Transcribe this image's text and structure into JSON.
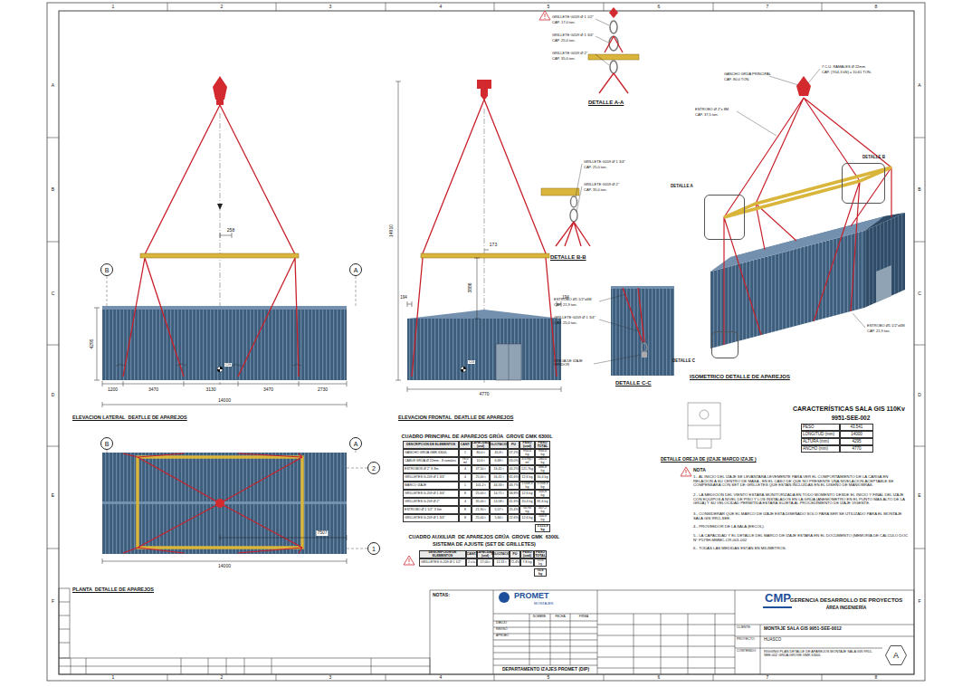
{
  "diagram": {
    "nodes": [
      {
        "text": [
          "B"
        ]
      },
      {
        "text": [
          "A"
        ]
      },
      {
        "text": [
          "B"
        ]
      },
      {
        "text": [
          "A"
        ]
      },
      {
        "text": [
          "2"
        ]
      },
      {
        "text": [
          "1"
        ]
      },
      {
        "text": [
          "DETALLE A"
        ]
      },
      {
        "text": [
          "DETALLE B"
        ]
      },
      {
        "text": [
          "DETALLE C"
        ]
      },
      {
        "text": [
          "A"
        ]
      }
    ],
    "labels": [
      "1",
      "2",
      "3",
      "4",
      "5",
      "6",
      "7",
      "8",
      "1",
      "2",
      "3",
      "4",
      "5",
      "6",
      "7",
      "8",
      "A",
      "B",
      "C",
      "D",
      "E",
      "F",
      "A",
      "B",
      "C",
      "D",
      "E",
      "F",
      "258",
      "4295",
      "1200",
      "3470",
      "3130",
      "3470",
      "2730",
      "14000",
      "CG",
      "ELEVACION LATERAL  DEATLLE DE APAREJOS",
      "173",
      "3886",
      "14910",
      "194",
      "194",
      "4770",
      "CG",
      "ELEVACION FRONTAL  DEATLLE DE APAREJOS",
      "14000",
      "7507",
      "PLANTA  DETALLE DE APAREJOS",
      "GRILLETE G209 Ø 1 1/2\"",
      "CAP. 17,0 ton.",
      "GRILLETE G209 Ø 1 3/4\"",
      "CAP. 25,0 ton.",
      "GRILLETE G209 Ø 2\"",
      "CAP. 35,0 ton.",
      "DETALLE A-A",
      "GRILLETE G209 Ø 1 3/4\"",
      "CAP. 25,0 ton.",
      "GRILLETE G209 Ø 2\"",
      "CAP. 35,0 ton.",
      "DETALLE B-B",
      "ESTROBO Ø1 1/2\"x6M",
      "CAP. 21,9 ton.",
      "GRILLETE G209 Ø 1 3/4\"",
      "CAP. 25,0 ton.",
      "OREJA DE IZAJE VENDOR",
      "DETALLE C-C",
      "GANCHO GRÚA PRINCIPAL",
      "CAP. 80,0 TON.",
      "7 C.U. RAMALES Ø 22mm",
      "CAP. (7/04,3 kN) = 10,61 TON.",
      "ESTROBO Ø 2\"x 8M",
      "CAP. 37,5 ton.",
      "ESTROBO Ø1 1/2\"x6M",
      "CAP. 21,9 ton.",
      "ISOMETRICO DETALLE DE APAREJOS",
      "DETALLE OREJA DE (IZAJE MARCO IZAJE )",
      "CARACTERÍSTICAS SALA GIS 110Kv",
      "9951-SEE-002",
      "PESO",
      "43.541",
      "LONGITUD (mm)",
      "14000",
      "ALTURA (mm)",
      "4295",
      "ANCHO (mm)",
      "4770",
      "CUADRO PRINCIPAL DE APAREJOS GRÚA  GROVE GMK 6300L",
      "DESCRIPCION DE ELEMENTOS",
      "CANT.",
      "CAPACIDAD (und)",
      "SOLICITACION",
      "FU",
      "PESO (und)",
      "PESO TOTAL",
      "GANCHO GRÚA GMK 6300L",
      "1",
      "80,0 t",
      "45,8 t",
      "57,2%",
      "950,0 kg",
      "950,0 kg",
      "CABLE GRÚA Ø 22mm - 8 ramales",
      "78,0 ml",
      "10,6 t",
      "6,68 t",
      "63,0%",
      "4,0 kg / ml",
      "280,0 kg",
      "ESTROBOS Ø 2\" X 8m",
      "4",
      "37,50 t",
      "16,41 t",
      "44,2%",
      "121,7kg",
      "486,8 kg",
      "GRILLETES G-209 Ø 1 3/4\"",
      "4",
      "25,00 t",
      "16,41 t",
      "65,6%",
      "12,6 kg",
      "50,4 kg",
      "MARCO IZAJE",
      "1",
      "101,2 t",
      "44,33 t",
      "43,7%",
      "1.058,3 kg",
      "1.058,3 kg",
      "GRILLETES G-209 Ø 1 3/4\"",
      "8",
      "25,00 t",
      "14,71 t",
      "58,8%",
      "12,6 kg",
      "100,8 kg",
      "GRILLETES G-209 Ø 2\"",
      "4",
      "35,00 t",
      "14,58 t",
      "41,6%",
      "20,4 kg",
      "81,6 kg",
      "ESTROBO Ø 1 1/2\" X 6m",
      "8",
      "21,90 t",
      "5,57 t",
      "25,4%",
      "50,90 kg",
      "407,2 kg",
      "GRILLETES G-209 Ø 1 3/4\"",
      "8",
      "25,00 t",
      "5,66 t",
      "22,6%",
      "12,6 kg",
      "100,8 kg",
      "3.515,9 kg",
      "CUADRO AUXILIAR  DE APAREJOS GRÚA  GROVE GMK  6300L",
      "SISTEMA DE AJUSTE (SET DE GRILLETES)",
      "DESCRIPCION DE ELEMENTOS",
      "CANT.",
      "CAPACIDAD (und)",
      "SOLICITACION",
      "FU",
      "PESO (und)",
      "PESO TOTAL",
      "GRILLETES G-209 Ø 1 1/2\"",
      "2 c/u",
      "17,00 t",
      "12,31 t",
      "72,4%",
      "7,8 kg",
      "15,6 kg",
      "15,6 kg",
      "NOTA",
      "1.- AL INICIO DEL IZAJE SE LEVANTARA LEVEMENTE PARA VER EL COMPORTAMIENTO DE LA CARGA EN RELACION A SU CENTRO DE MASA , EN EL CASO DE QUE NO PRESENTE UNA NIVELACION ACEPTABLE SE COMPENSARA CON SET DE GRILLETES QUE ESTAN INCLUIDAS EN EL DISEÑO DE MANIOBRAS.",
      "2.- LA MEDICION DEL VIENTO ESTARÁ MONITORIZADA EN TODO MOMENTO DESDE EL INICIO Y FINAL DEL IZAJE CON EQUIPOS A NIVEL DE PISO Y LOS INSTALADOS EN LA GRÚA (ANEMOMETRO EN EL PUNTO MAS ALTO DE LA GRÚA) Y SU VELOCIDAD PERMITIDA ESTARÁ SUJETA AL PROCEDIMIENTO DE IZAJE VIGENTE.",
      "3.- CONSIDERAR QUE EL MARCO DE IZAJE ESTA DISEÑADO SOLO PARA SER SE UTILIZADO PARA EL MONTAJE SALA GIS 9951-SEE.",
      "4.- PROVEEDOR DE LA SALA (EECOL).",
      "5.- LA CAPACIDAD Y EL DETALLE DEL MARCO DE IZAJE ESTARÁ EN EL DOCUMENTO (MEMORIA DE CALCULO DOC N° P579H-MMMC-CR-001-002",
      "6.- TODAS LAS MEDIDAS ESTÁN EN MILIMETROS.",
      "NOTAS:",
      "PROMET",
      "MONTAJES",
      "DEPARTAMENTO IZAJES PROMET (DIP)",
      "CMP",
      "GERENCIA DESARROLLO DE PROYECTOS",
      "ÁREA INGENIERÍA",
      "CLIENTE:",
      "MONTAJE SALA GIS 9951-SEE-0012",
      "PROYECTO:",
      "HUASCO",
      "CONTENIDO:",
      "RIGGING PLAN DETALLE DE APAREJOS MONTAJE SALA GIS 9951-SEE-002 GRÚA GROVE GMK 6300L",
      "NOMBRE",
      "FECHA",
      "FIRMA",
      "DIBUJO",
      "REVISÓ",
      "APROBÓ"
    ]
  }
}
